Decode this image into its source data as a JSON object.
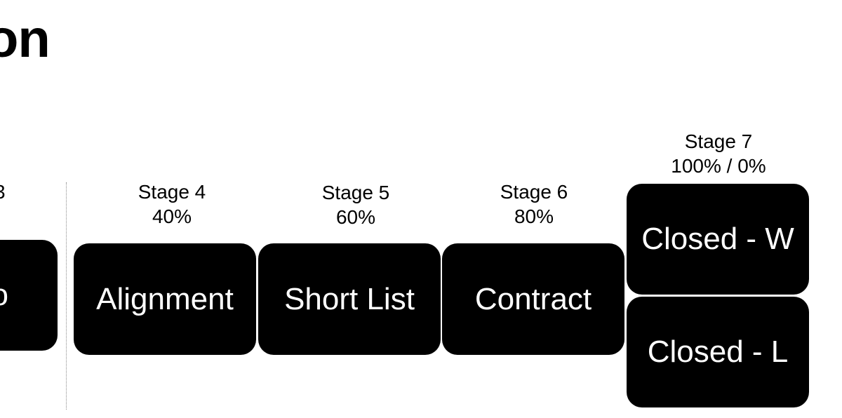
{
  "title": "on",
  "stages": {
    "s3": {
      "label": "3",
      "box": "o"
    },
    "s4": {
      "label": "Stage 4",
      "pct": "40%",
      "box": "Alignment"
    },
    "s5": {
      "label": "Stage 5",
      "pct": "60%",
      "box": "Short List"
    },
    "s6": {
      "label": "Stage 6",
      "pct": "80%",
      "box": "Contract"
    },
    "s7": {
      "label": "Stage 7",
      "pct": "100% / 0%",
      "box_won": "Closed - W",
      "box_lost": "Closed - L"
    }
  },
  "colors": {
    "box_fill": "#000000",
    "box_text": "#ffffff",
    "divider": "#8a8a8a"
  }
}
